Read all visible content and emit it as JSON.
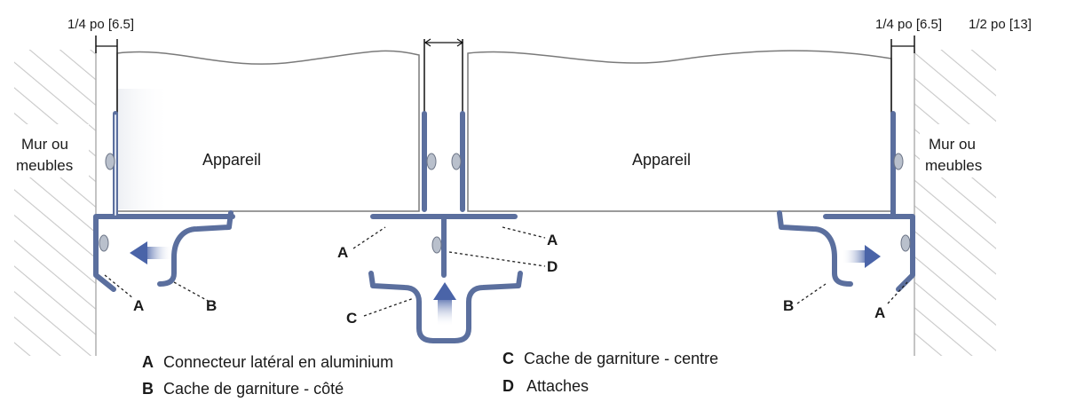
{
  "dimensions": {
    "left": "1/4 po [6.5]",
    "right_a": "1/4 po [6.5]",
    "right_b": "1/2 po [13]"
  },
  "wall": {
    "left_line1": "Mur ou",
    "left_line2": "meubles",
    "right_line1": "Mur ou",
    "right_line2": "meubles"
  },
  "appliance": {
    "left": "Appareil",
    "right": "Appareil"
  },
  "callouts": {
    "a": "A",
    "b": "B",
    "c": "C",
    "d": "D"
  },
  "legend": [
    {
      "key": "A",
      "text": "Connecteur latéral en aluminium"
    },
    {
      "key": "B",
      "text": "Cache de garniture - côté"
    },
    {
      "key": "C",
      "text": "Cache de garniture - centre"
    },
    {
      "key": "D",
      "text": "Attaches"
    }
  ],
  "colors": {
    "trim": "#5b6f9e",
    "arrow": "#4a64a8",
    "hatch": "#c8c8c8"
  }
}
